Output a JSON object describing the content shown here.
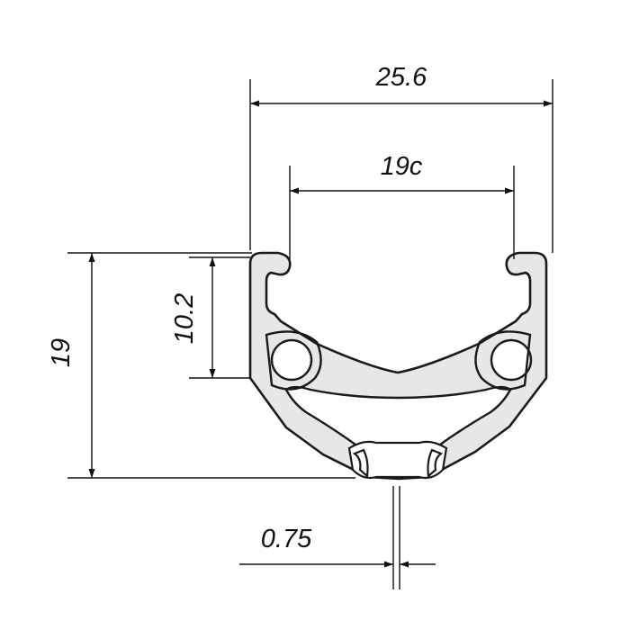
{
  "colors": {
    "line": "#111111",
    "profile_fill": "#e7e7e7",
    "background": "#ffffff"
  },
  "dimensions": {
    "outer_width": "25.6",
    "inner_width": "19c",
    "height": "19",
    "bead_hook_height": "10.2",
    "wall_thickness": "0.75"
  }
}
